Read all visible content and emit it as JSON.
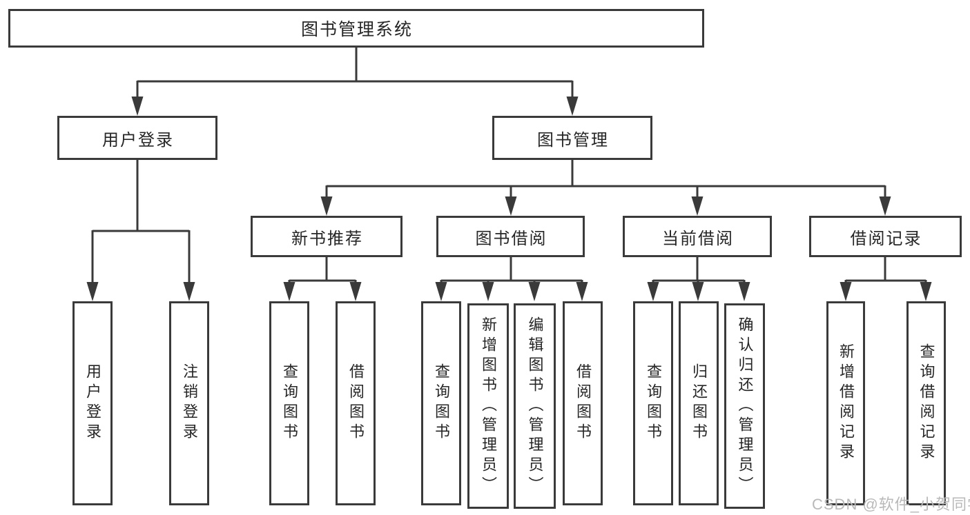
{
  "diagram_title": "图书管理系统",
  "tree": {
    "label": "图书管理系统",
    "children": [
      {
        "label": "用户登录",
        "children": [
          {
            "label": "用户登录"
          },
          {
            "label": "注销登录"
          }
        ]
      },
      {
        "label": "图书管理",
        "children": [
          {
            "label": "新书推荐",
            "children": [
              {
                "label": "查询图书"
              },
              {
                "label": "借阅图书"
              }
            ]
          },
          {
            "label": "图书借阅",
            "children": [
              {
                "label": "查询图书"
              },
              {
                "label": "新增图书（管理员）"
              },
              {
                "label": "编辑图书（管理员）"
              },
              {
                "label": "借阅图书"
              }
            ]
          },
          {
            "label": "当前借阅",
            "children": [
              {
                "label": "查询图书"
              },
              {
                "label": "归还图书"
              },
              {
                "label": "确认归还（管理员）"
              }
            ]
          },
          {
            "label": "借阅记录",
            "children": [
              {
                "label": "新增借阅记录"
              },
              {
                "label": "查询借阅记录"
              }
            ]
          }
        ]
      }
    ]
  },
  "watermark": "CSDN @软件_小贺同学",
  "colors": {
    "line": "#3a3a3a",
    "box_border": "#3a3a3a",
    "text": "#262626",
    "background": "#ffffff",
    "watermark": "#b9b9b9"
  }
}
